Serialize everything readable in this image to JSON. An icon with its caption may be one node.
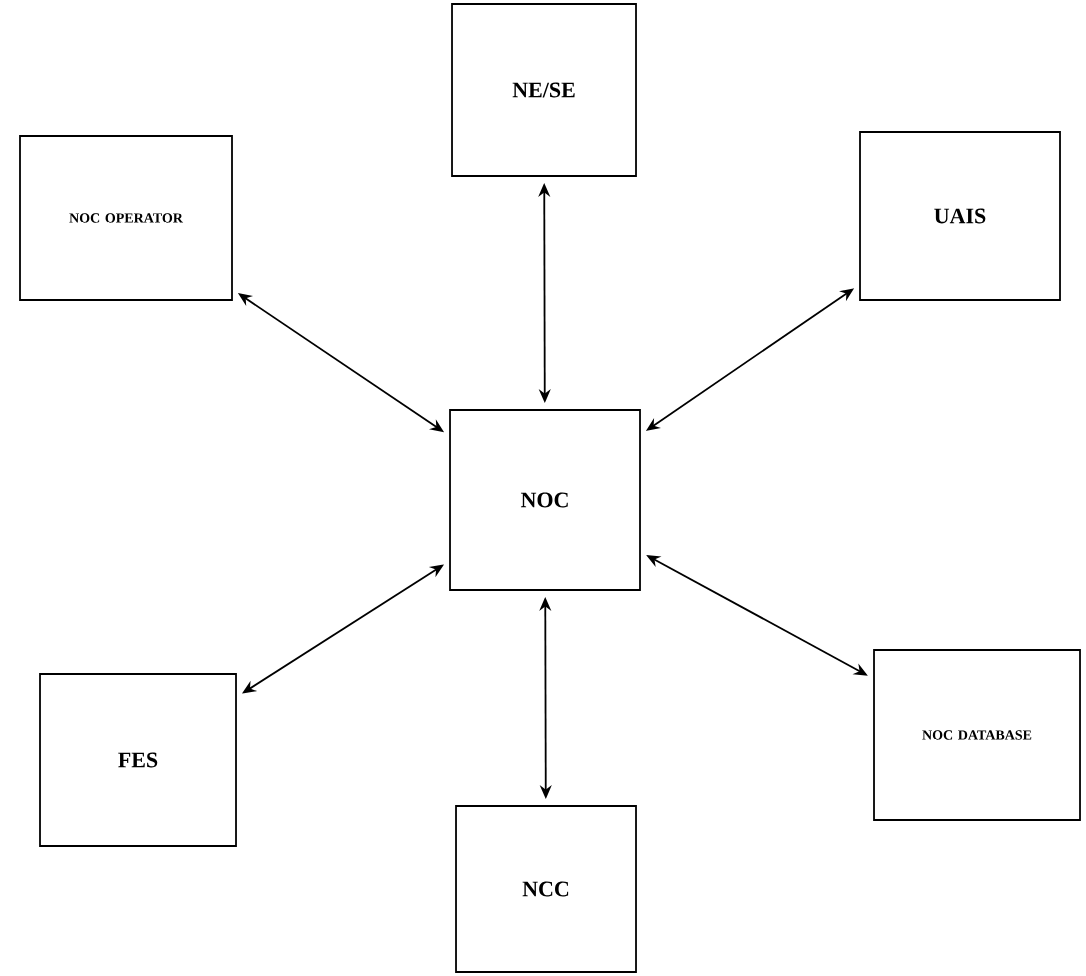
{
  "diagram": {
    "nodes": [
      {
        "text": [
          "NE/SE"
        ]
      },
      {
        "text": [
          "NOC OPERATOR"
        ]
      },
      {
        "text": [
          "UAIS"
        ]
      },
      {
        "text": [
          "NOC"
        ]
      },
      {
        "text": [
          "FES"
        ]
      },
      {
        "text": [
          "NOC DATABASE"
        ]
      },
      {
        "text": [
          "NCC"
        ]
      }
    ],
    "edges": [
      {
        "from": 3,
        "to": 0,
        "arrow": "both"
      },
      {
        "from": 3,
        "to": 1,
        "arrow": "both"
      },
      {
        "from": 3,
        "to": 2,
        "arrow": "both"
      },
      {
        "from": 3,
        "to": 4,
        "arrow": "both"
      },
      {
        "from": 3,
        "to": 5,
        "arrow": "both"
      },
      {
        "from": 3,
        "to": 6,
        "arrow": "both"
      }
    ]
  }
}
